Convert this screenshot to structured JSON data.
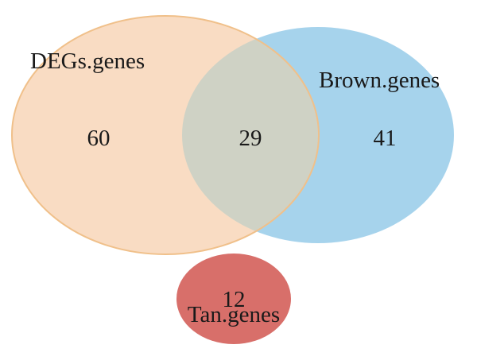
{
  "sets": [
    {
      "key": "degs",
      "label": "DEGs.genes",
      "fill": "#f9dcc3",
      "stroke": "#f0c08a"
    },
    {
      "key": "brown",
      "label": "Brown.genes",
      "fill": "#a6d3ec",
      "stroke": "#a6d3ec"
    },
    {
      "key": "tan",
      "label": "Tan.genes",
      "fill": "#d86f6a",
      "stroke": "#d86f6a"
    }
  ],
  "regions": {
    "degs_only": "60",
    "degs_brown": "29",
    "brown_only": "41",
    "tan_only": "12"
  },
  "colors": {
    "overlap": "#cfd2c5"
  }
}
